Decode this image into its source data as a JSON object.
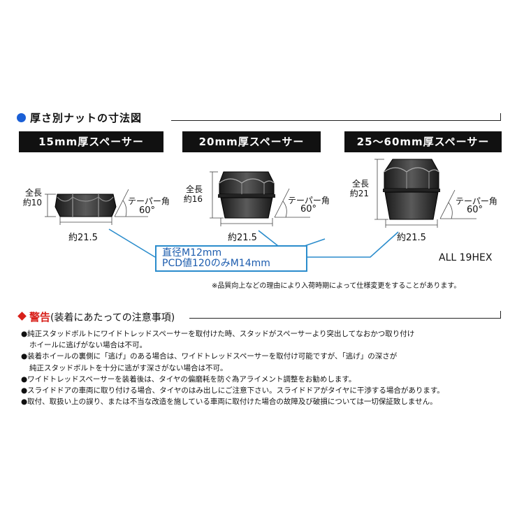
{
  "section_title": "厚さ別ナットの寸法図",
  "spacers": [
    {
      "label": "15mm厚スペーサー",
      "length_line1": "全長",
      "length_line2": "約10",
      "taper_label": "テーパー角",
      "taper_angle": "60°",
      "width_label": "約21.5"
    },
    {
      "label": "20mm厚スペーサー",
      "length_line1": "全長",
      "length_line2": "約16",
      "taper_label": "テーパー角",
      "taper_angle": "60°",
      "width_label": "約21.5"
    },
    {
      "label": "25～60mm厚スペーサー",
      "length_line1": "全長",
      "length_line2": "約21",
      "taper_label": "テーパー角",
      "taper_angle": "60°",
      "width_label": "約21.5"
    }
  ],
  "callout": {
    "line1": "直径M12mm",
    "line2": "PCD値120のみM14mm"
  },
  "hex_note": "ALL 19HEX",
  "spec_note": "※品質向上などの理由により入荷時期によって仕様変更をすることがあります。",
  "warning": {
    "title": "警告",
    "subtitle": "(装着にあたっての注意事項)",
    "lines": [
      "●純正スタッドボルトにワイドトレッドスペーサーを取付けた時、スタッドがスペーサーより突出してなおかつ取り付け",
      "ホイールに逃げがない場合は不可。",
      "●装着ホイールの裏側に「逃げ」のある場合は、ワイドトレッドスペーサーを取付け可能ですが、「逃げ」の深さが",
      "純正スタッドボルトを十分に逃がす深さがない場合は不可。",
      "●ワイドトレッドスペーサーを装着後は、タイヤの偏磨耗を防ぐ為アライメント調整をお勧めします。",
      "●スライドドアの車両に取り付ける場合、タイヤのはみ出しにご注意下さい。スライドドアがタイヤに干渉する場合があります。",
      "●取付、取扱い上の誤り、または不当な改造を施している車両に取付けた場合の故障及び破損については一切保証致しません。"
    ]
  },
  "colors": {
    "accent_blue": "#1a5fd6",
    "callout_blue": "#2a8ccc",
    "warning_red": "#d8201a"
  }
}
